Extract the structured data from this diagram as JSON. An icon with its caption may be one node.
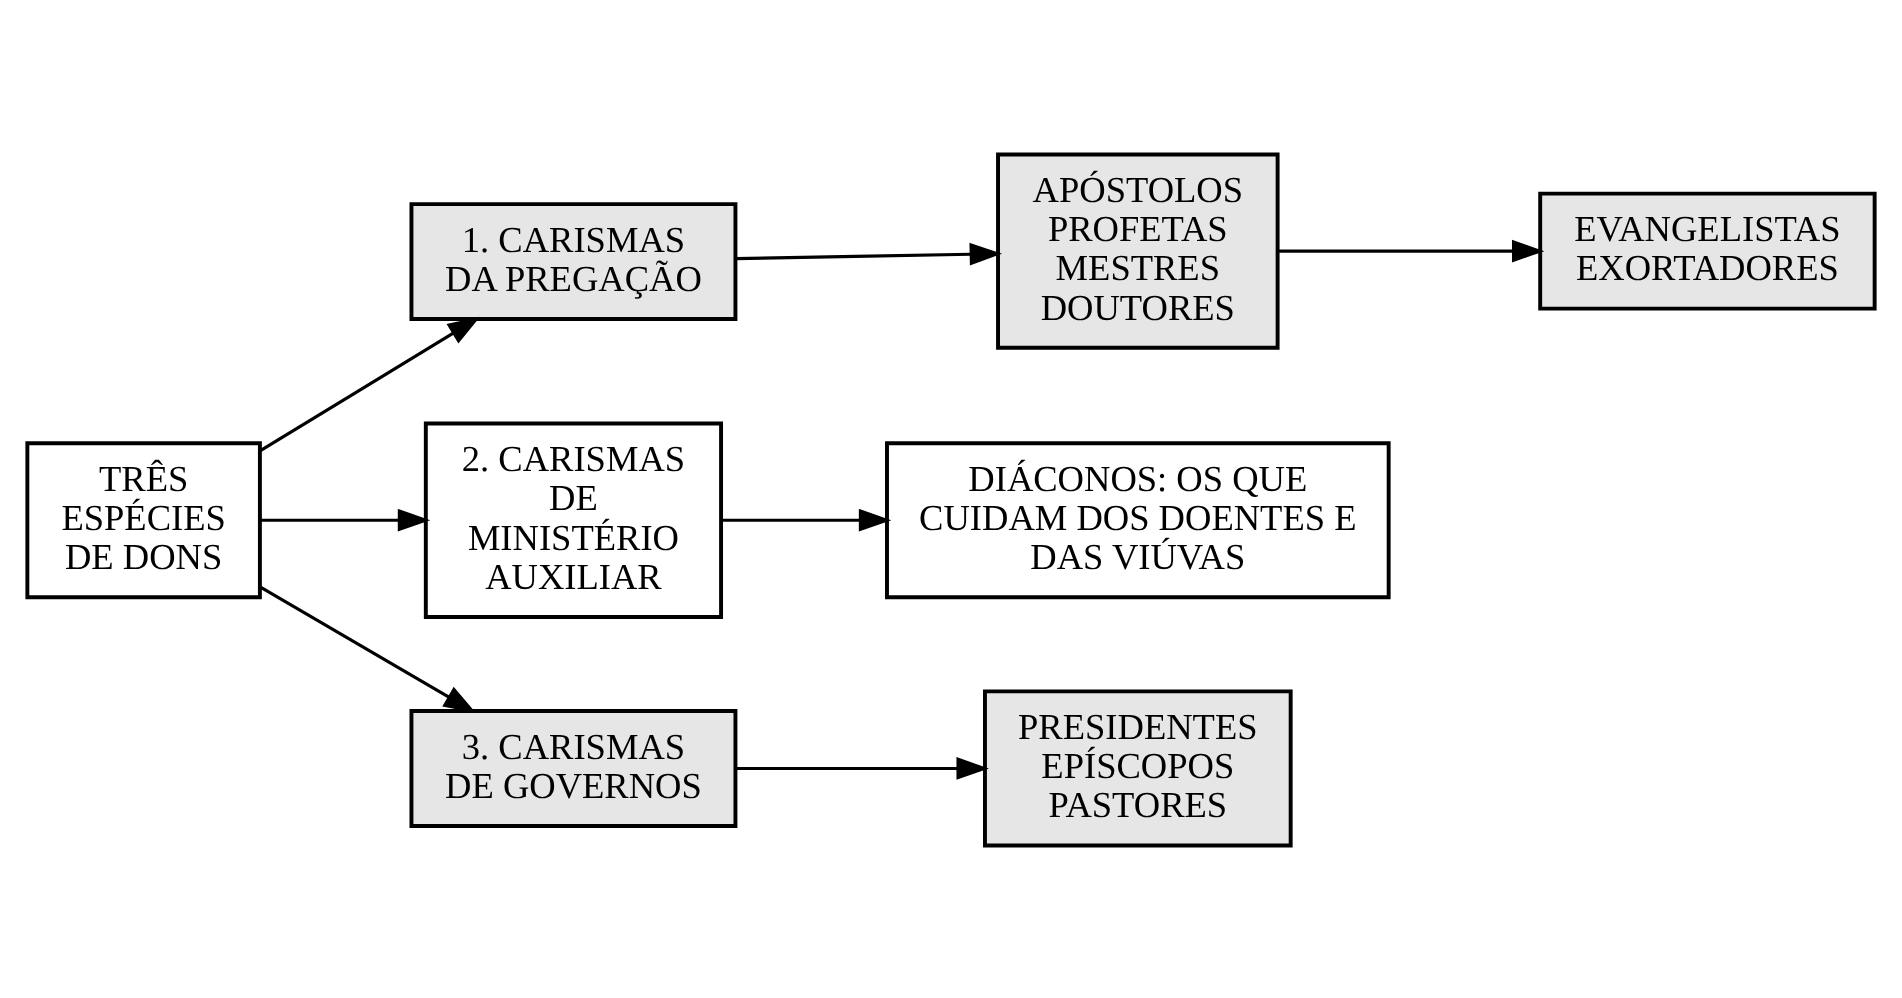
{
  "diagram": {
    "nodes": [
      {
        "text": [
          "TRÊS ESPÉCIES DE DONS"
        ]
      },
      {
        "text": [
          "1. CARISMAS DA PREGAÇÃO"
        ]
      },
      {
        "text": [
          "APÓSTOLOS PROFETAS MESTRES DOUTORES"
        ]
      },
      {
        "text": [
          "EVANGELISTAS EXORTADORES"
        ]
      },
      {
        "text": [
          "2. CARISMAS DE MINISTÉRIO AUXILIAR"
        ]
      },
      {
        "text": [
          "DIÁCONOS: OS QUE CUIDAM DOS DOENTES E DAS VIÚVAS"
        ]
      },
      {
        "text": [
          "3. CARISMAS DE GOVERNOS"
        ]
      },
      {
        "text": [
          "PRESIDENTES EPÍSCOPOS PASTORES"
        ]
      }
    ],
    "edges": [
      {
        "from": 0,
        "to": 1,
        "arrow": "to"
      },
      {
        "from": 1,
        "to": 2,
        "arrow": "to"
      },
      {
        "from": 2,
        "to": 3,
        "arrow": "to"
      },
      {
        "from": 0,
        "to": 4,
        "arrow": "to"
      },
      {
        "from": 4,
        "to": 5,
        "arrow": "to"
      },
      {
        "from": 0,
        "to": 6,
        "arrow": "to"
      },
      {
        "from": 6,
        "to": 7,
        "arrow": "to"
      }
    ]
  }
}
